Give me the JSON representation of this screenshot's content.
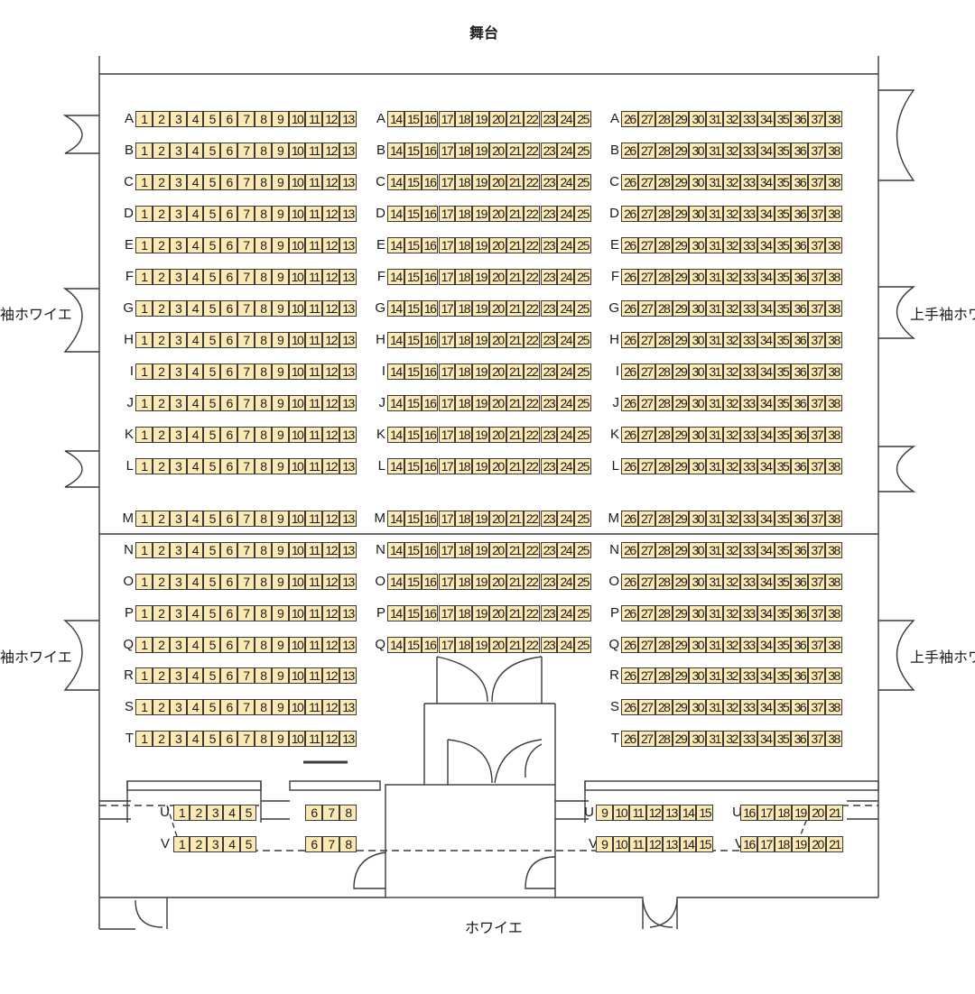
{
  "labels": {
    "stage": "舞台",
    "foyer": "ホワイエ",
    "left_upper": "袖ホワイエ",
    "left_lower": "袖ホワイエ",
    "right_upper": "上手袖ホワ",
    "right_lower": "上手袖ホワ"
  },
  "colors": {
    "seat_fill": "#fde9b4",
    "line": "#3a3a3a"
  },
  "blocks": [
    {
      "rows": [
        "A",
        "B",
        "C",
        "D",
        "E",
        "F",
        "G",
        "H",
        "I",
        "J",
        "K",
        "L"
      ],
      "left": {
        "from": 1,
        "to": 13
      },
      "center": {
        "from": 14,
        "to": 25
      },
      "right": {
        "from": 26,
        "to": 38
      }
    },
    {
      "rows": [
        "M",
        "N",
        "O",
        "P",
        "Q"
      ],
      "left": {
        "from": 1,
        "to": 13
      },
      "center": {
        "from": 14,
        "to": 25
      },
      "right": {
        "from": 26,
        "to": 38
      }
    },
    {
      "rows": [
        "R",
        "S",
        "T"
      ],
      "left": {
        "from": 1,
        "to": 13
      },
      "right": {
        "from": 26,
        "to": 38
      }
    }
  ],
  "rear_rows": [
    {
      "row": "U",
      "groups": [
        {
          "from": 1,
          "to": 5
        },
        {
          "from": 6,
          "to": 8
        },
        {
          "from": 9,
          "to": 15
        },
        {
          "from": 16,
          "to": 21
        }
      ]
    },
    {
      "row": "V",
      "groups": [
        {
          "from": 1,
          "to": 5
        },
        {
          "from": 6,
          "to": 8
        },
        {
          "from": 9,
          "to": 15
        },
        {
          "from": 16,
          "to": 21
        }
      ]
    }
  ]
}
